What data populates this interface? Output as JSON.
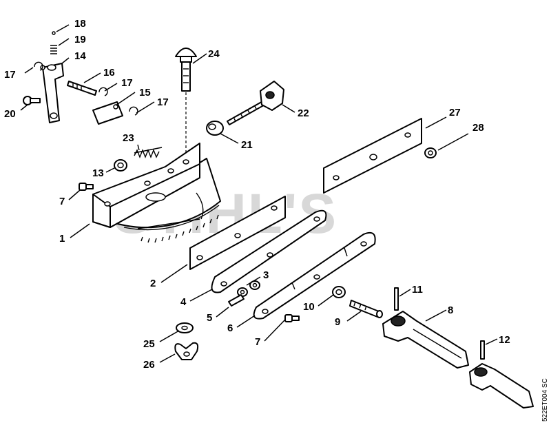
{
  "callouts": {
    "c1": "1",
    "c2": "2",
    "c3": "3",
    "c4": "4",
    "c5": "5",
    "c6": "6",
    "c7a": "7",
    "c7b": "7",
    "c8": "8",
    "c9": "9",
    "c10": "10",
    "c11": "11",
    "c12": "12",
    "c13": "13",
    "c14": "14",
    "c15": "15",
    "c16": "16",
    "c17a": "17",
    "c17b": "17",
    "c17c": "17",
    "c18": "18",
    "c19": "19",
    "c20": "20",
    "c21": "21",
    "c22": "22",
    "c23": "23",
    "c24": "24",
    "c25": "25",
    "c26": "26",
    "c27": "27",
    "c28": "28"
  },
  "watermark": "STIHL'S",
  "diagram_code": "522ET004 SC"
}
